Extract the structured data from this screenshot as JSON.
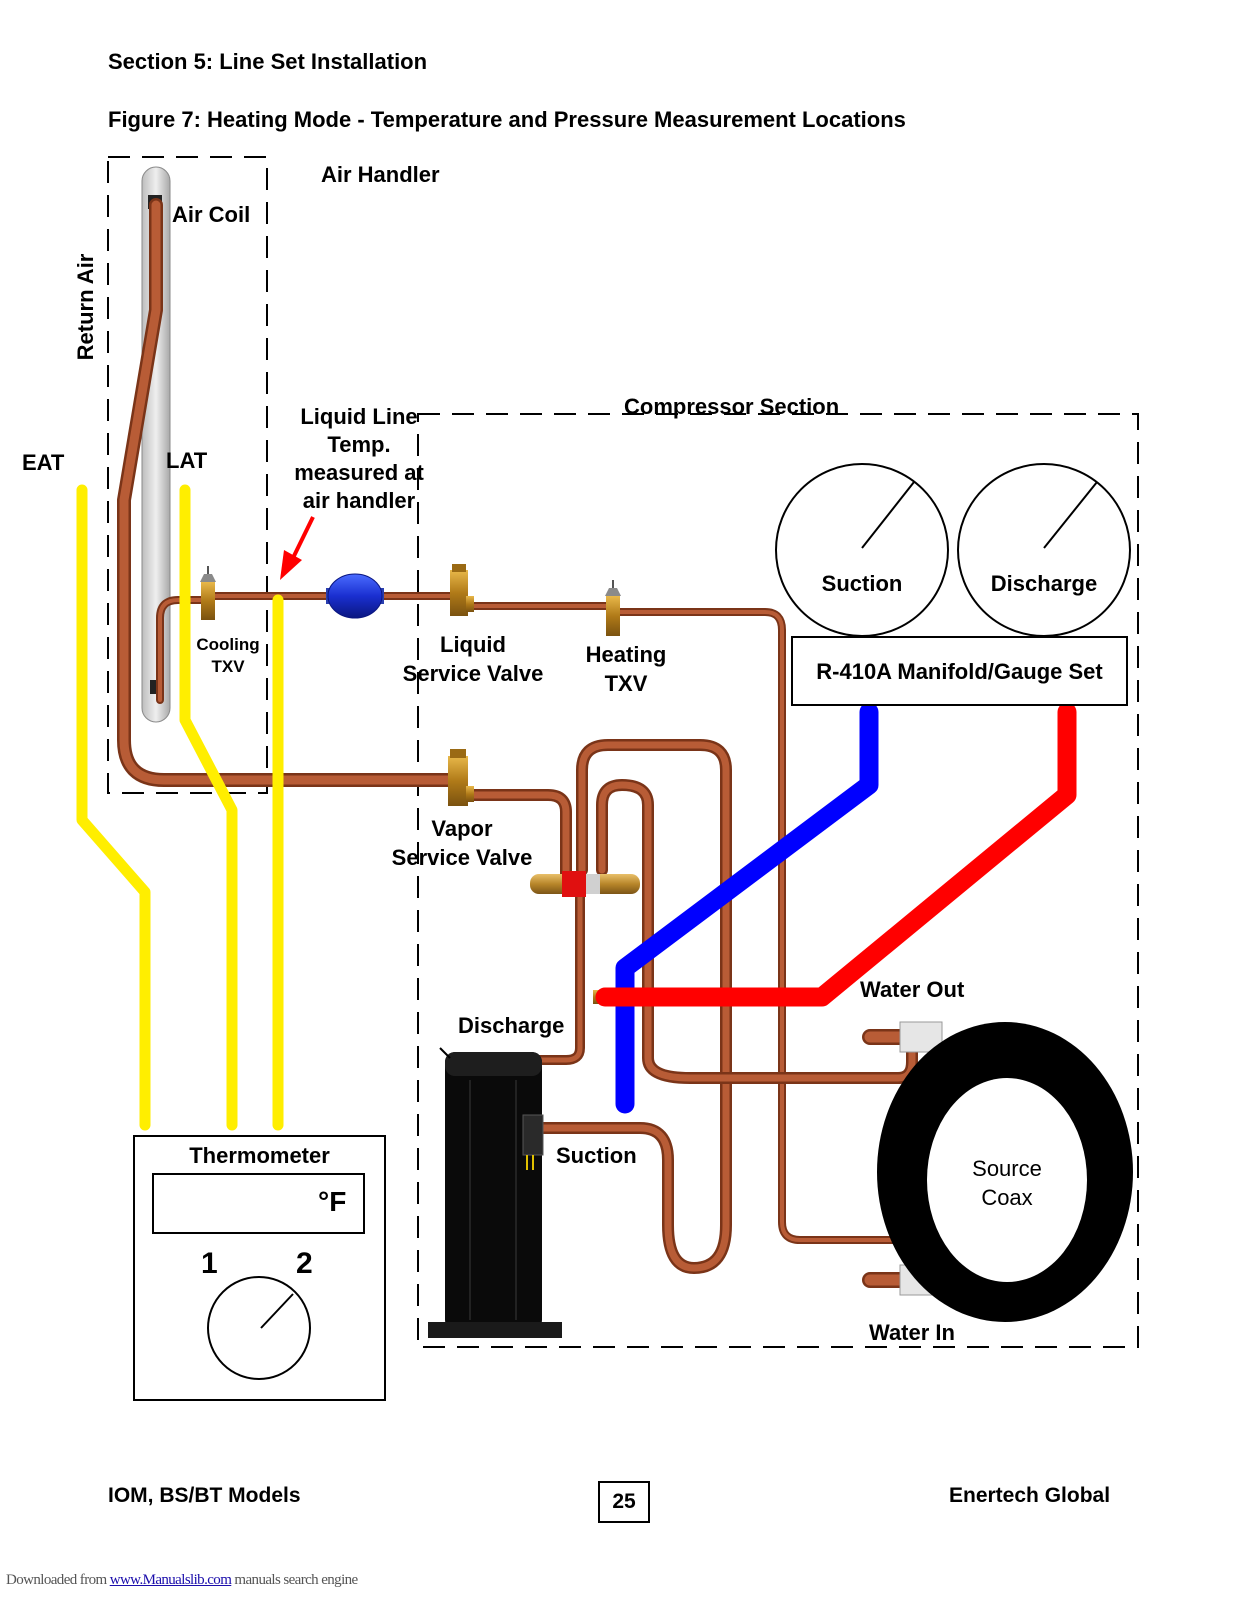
{
  "header": {
    "section": "Section 5: Line Set Installation",
    "figure": "Figure 7: Heating Mode - Temperature and Pressure Measurement Locations"
  },
  "labels": {
    "air_handler": "Air Handler",
    "air_coil": "Air Coil",
    "return_air": "Return Air",
    "eat": "EAT",
    "lat": "LAT",
    "liquid_line_temp": [
      "Liquid Line",
      "Temp.",
      "measured at",
      "air handler"
    ],
    "compressor_section": "Compressor Section",
    "cooling_txv": [
      "Cooling",
      "TXV"
    ],
    "liquid_service_valve": [
      "Liquid",
      "Service Valve"
    ],
    "heating_txv": [
      "Heating",
      "TXV"
    ],
    "vapor_service_valve": [
      "Vapor",
      "Service Valve"
    ],
    "discharge": "Discharge",
    "suction": "Suction",
    "water_out": "Water Out",
    "water_in": "Water In",
    "source_coax": [
      "Source",
      "Coax"
    ]
  },
  "gauges": {
    "suction": "Suction",
    "discharge": "Discharge",
    "manifold": "R-410A Manifold/Gauge Set"
  },
  "thermometer": {
    "title": "Thermometer",
    "unit": "°F",
    "position_1": "1",
    "position_2": "2"
  },
  "footer": {
    "left": "IOM, BS/BT Models",
    "page": "25",
    "right": "Enertech Global"
  },
  "download": {
    "prefix": "Downloaded from ",
    "link": "www.Manualslib.com",
    "suffix": " manuals search engine"
  },
  "colors": {
    "copper": "#b35a34",
    "copper_dark": "#7a3418",
    "sensor_yellow": "#ffee00",
    "low_pressure_blue": "#0000ff",
    "high_pressure_red": "#ff0000",
    "brass": "#c8901e",
    "filter_blue": "#1f3fd8"
  }
}
